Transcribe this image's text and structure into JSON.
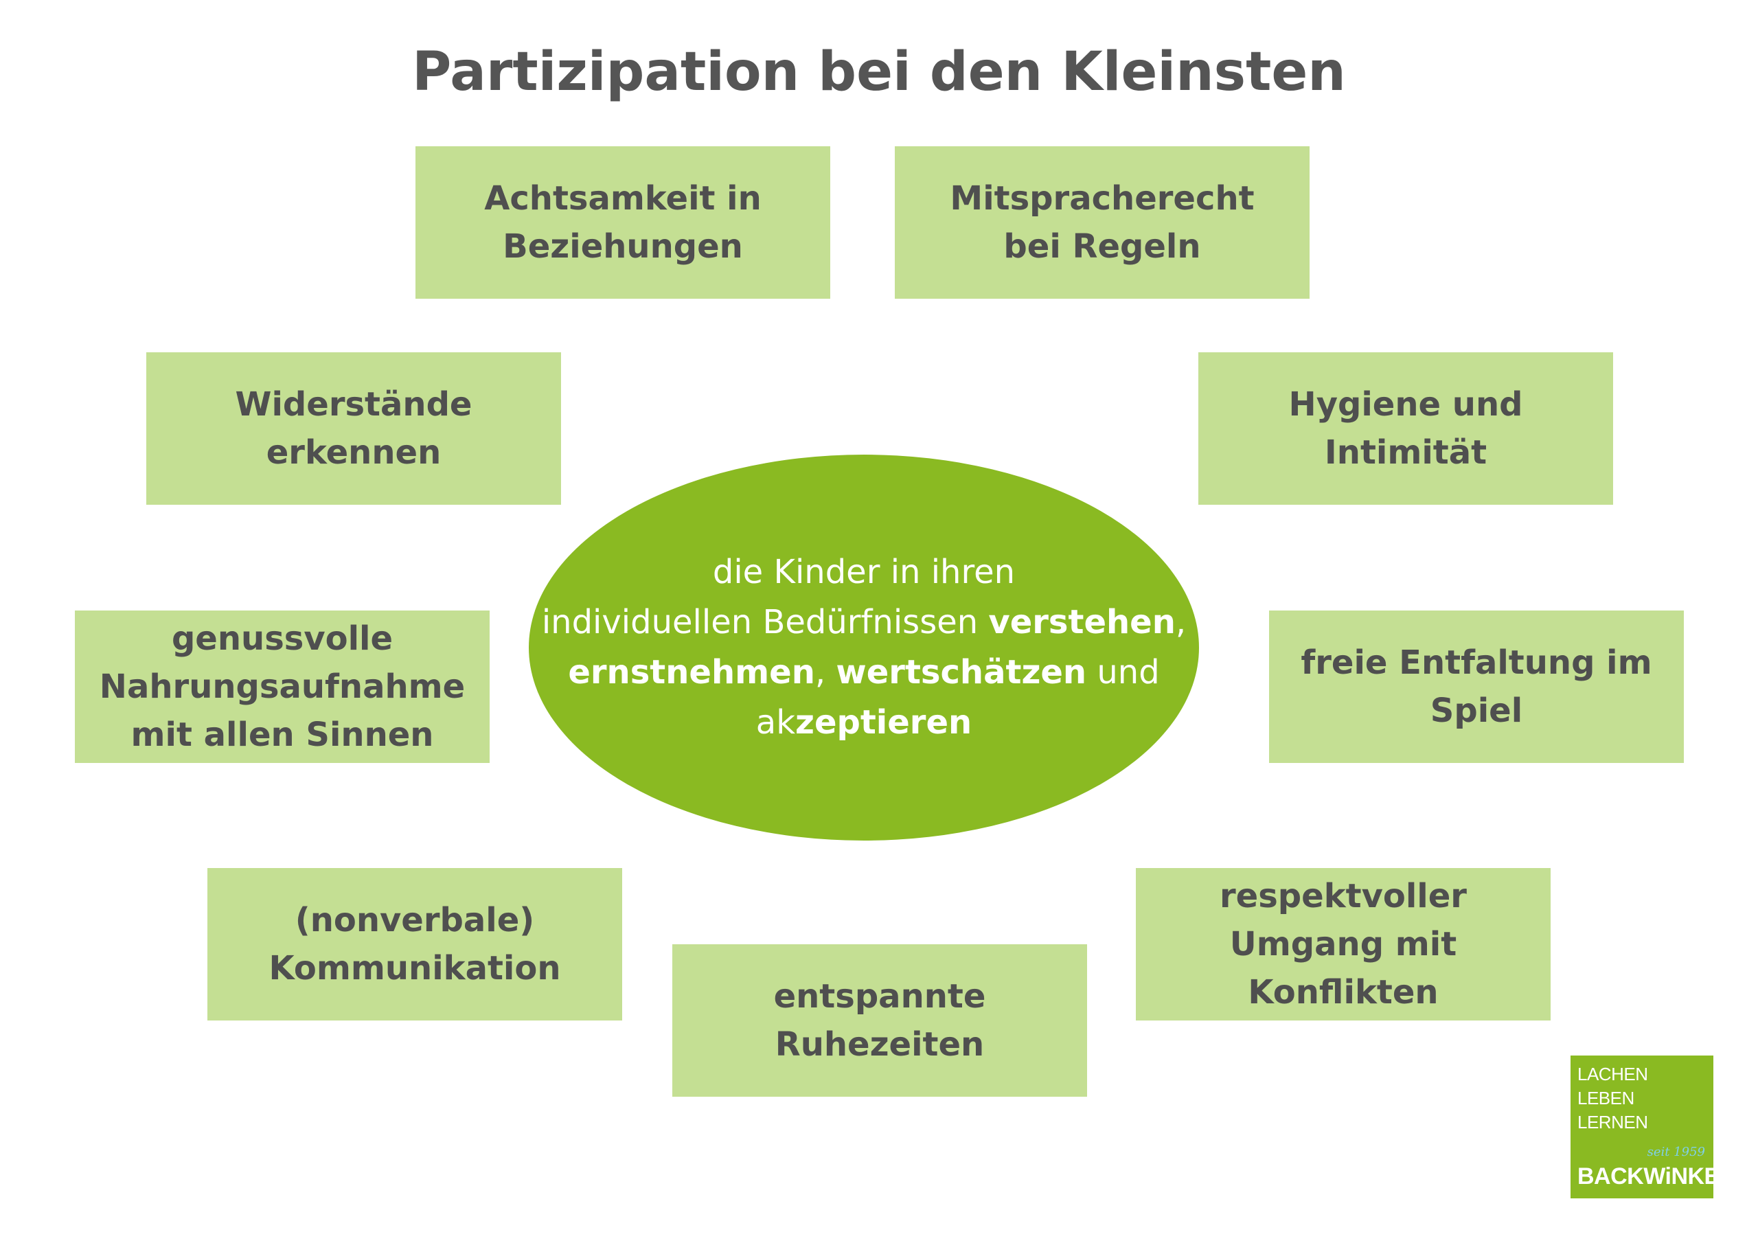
{
  "title": "Partizipation bei den Kleinsten",
  "center": {
    "line1": "die Kinder in ihren",
    "line2_plain": "individuellen Bedürfnissen ",
    "line2_bold": "verstehen",
    "line2_tail": ",",
    "line3_bold1": "ernstnehmen",
    "line3_sep": ", ",
    "line3_bold2": "wertschätzen",
    "line3_tail": " und",
    "line4_plain": "ak",
    "line4_bold": "zeptieren"
  },
  "boxes": {
    "achtsamkeit": [
      "Achtsamkeit in",
      "Beziehungen"
    ],
    "mitsprache": [
      "Mitspracherecht",
      "bei Regeln"
    ],
    "widerstaende": [
      "Widerstände erkennen"
    ],
    "hygiene": [
      "Hygiene und Intimität"
    ],
    "genuss": [
      "genussvolle",
      "Nahrungsaufnahme",
      "mit allen Sinnen"
    ],
    "entfaltung": [
      "freie Entfaltung im Spiel"
    ],
    "kommunikation": [
      "(nonverbale)",
      "Kommunikation"
    ],
    "ruhezeiten": [
      "entspannte Ruhezeiten"
    ],
    "konflikte": [
      "respektvoller",
      "Umgang mit",
      "Konflikten"
    ]
  },
  "logo": {
    "line1": "LACHEN",
    "line2": "LEBEN",
    "line3": "LERNEN",
    "seit": "seit 1959",
    "brand": "BACKWiNKEL"
  },
  "colors": {
    "box": "#c4df93",
    "center": "#8aba22",
    "text": "#4f4f4f"
  }
}
